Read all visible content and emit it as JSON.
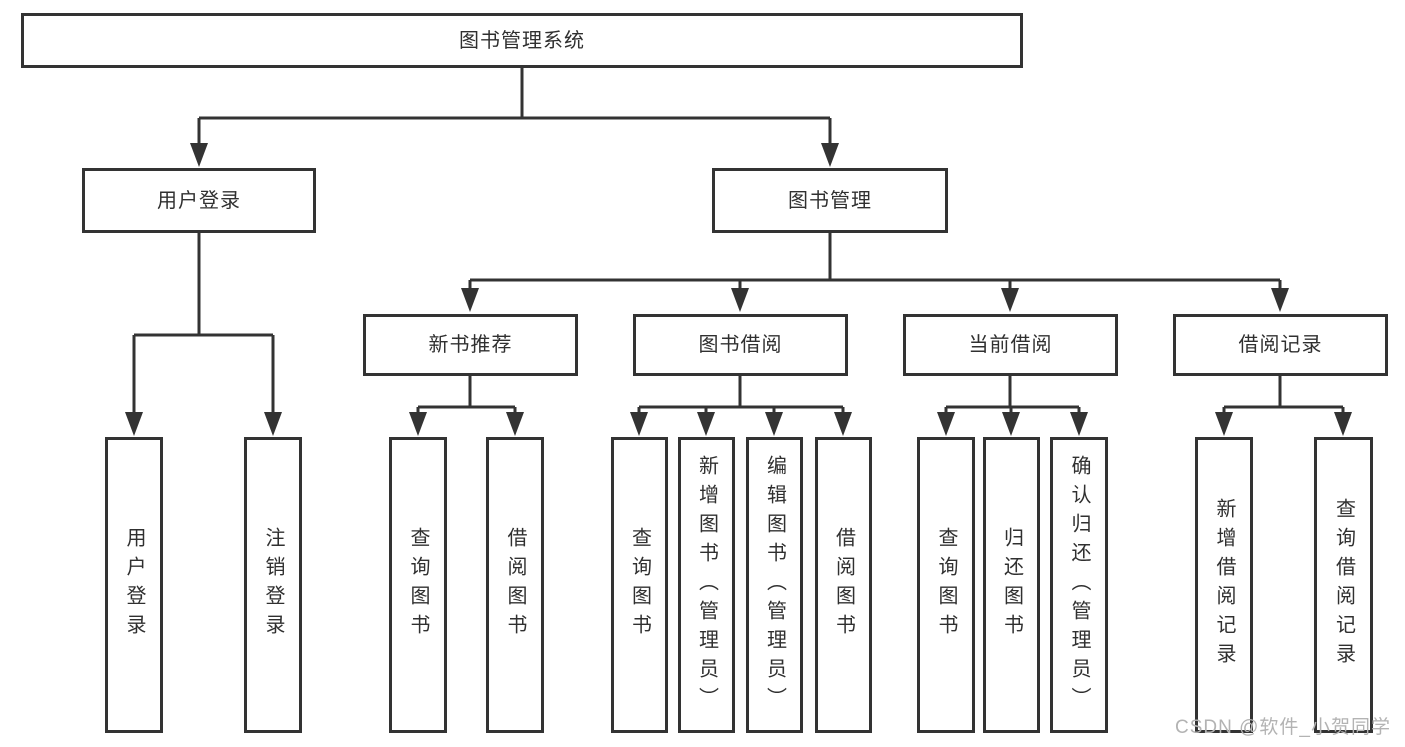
{
  "tree": {
    "root": {
      "label": "图书管理系统"
    },
    "branches": [
      {
        "label": "用户登录",
        "children": [
          {
            "label": "用户登录"
          },
          {
            "label": "注销登录"
          }
        ]
      },
      {
        "label": "图书管理",
        "children": [
          {
            "label": "新书推荐",
            "children": [
              {
                "label": "查询图书"
              },
              {
                "label": "借阅图书"
              }
            ]
          },
          {
            "label": "图书借阅",
            "children": [
              {
                "label": "查询图书"
              },
              {
                "label": "新增图书（管理员）"
              },
              {
                "label": "编辑图书（管理员）"
              },
              {
                "label": "借阅图书"
              }
            ]
          },
          {
            "label": "当前借阅",
            "children": [
              {
                "label": "查询图书"
              },
              {
                "label": "归还图书"
              },
              {
                "label": "确认归还（管理员）"
              }
            ]
          },
          {
            "label": "借阅记录",
            "children": [
              {
                "label": "新增借阅记录"
              },
              {
                "label": "查询借阅记录"
              }
            ]
          }
        ]
      }
    ]
  },
  "watermark": {
    "text": "CSDN @软件_小贺同学"
  },
  "colors": {
    "line": "#333333",
    "border": "#333333",
    "text": "#303030",
    "watermark": "#b3b3b3",
    "background": "#ffffff"
  }
}
